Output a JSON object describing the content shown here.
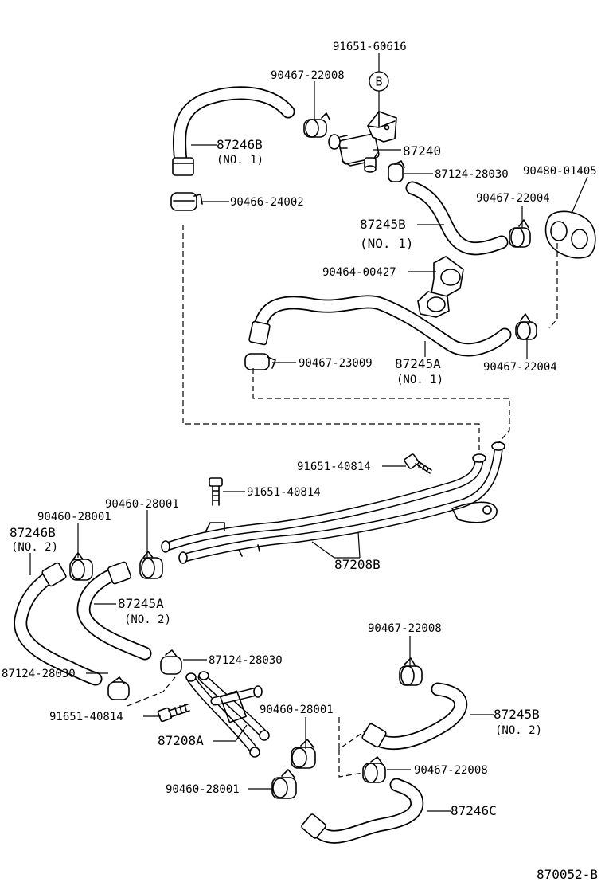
{
  "diagram": {
    "circle_marker": "B",
    "drawing_number": "870052-B",
    "labels": {
      "l_91651_60616": "91651-60616",
      "l_90467_22008_top": "90467-22008",
      "l_87246b_no1": "87246B",
      "l_87246b_no1_sub": "(NO. 1)",
      "l_87240": "87240",
      "l_87124_28030_top": "87124-28030",
      "l_90480_01405": "90480-01405",
      "l_90466_24002": "90466-24002",
      "l_90467_22004_a": "90467-22004",
      "l_87245b_no1": "87245B",
      "l_87245b_no1_sub": "(NO. 1)",
      "l_90464_00427": "90464-00427",
      "l_90467_23009": "90467-23009",
      "l_87245a_no1": "87245A",
      "l_87245a_no1_sub": "(NO. 1)",
      "l_90467_22004_b": "90467-22004",
      "l_91651_40814_a": "91651-40814",
      "l_91651_40814_b": "91651-40814",
      "l_90460_28001_a": "90460-28001",
      "l_90460_28001_b": "90460-28001",
      "l_87246b_no2": "87246B",
      "l_87246b_no2_sub": "(NO. 2)",
      "l_87208b": "87208B",
      "l_87245a_no2": "87245A",
      "l_87245a_no2_sub": "(NO. 2)",
      "l_87124_28030_mid": "87124-28030",
      "l_90467_22008_low": "90467-22008",
      "l_87124_28030_left": "87124-28030",
      "l_91651_40814_c": "91651-40814",
      "l_90460_28001_c": "90460-28001",
      "l_87245b_no2": "87245B",
      "l_87245b_no2_sub": "(NO. 2)",
      "l_87208a": "87208A",
      "l_90467_22008_bot": "90467-22008",
      "l_90460_28001_d": "90460-28001",
      "l_87246c": "87246C"
    }
  }
}
